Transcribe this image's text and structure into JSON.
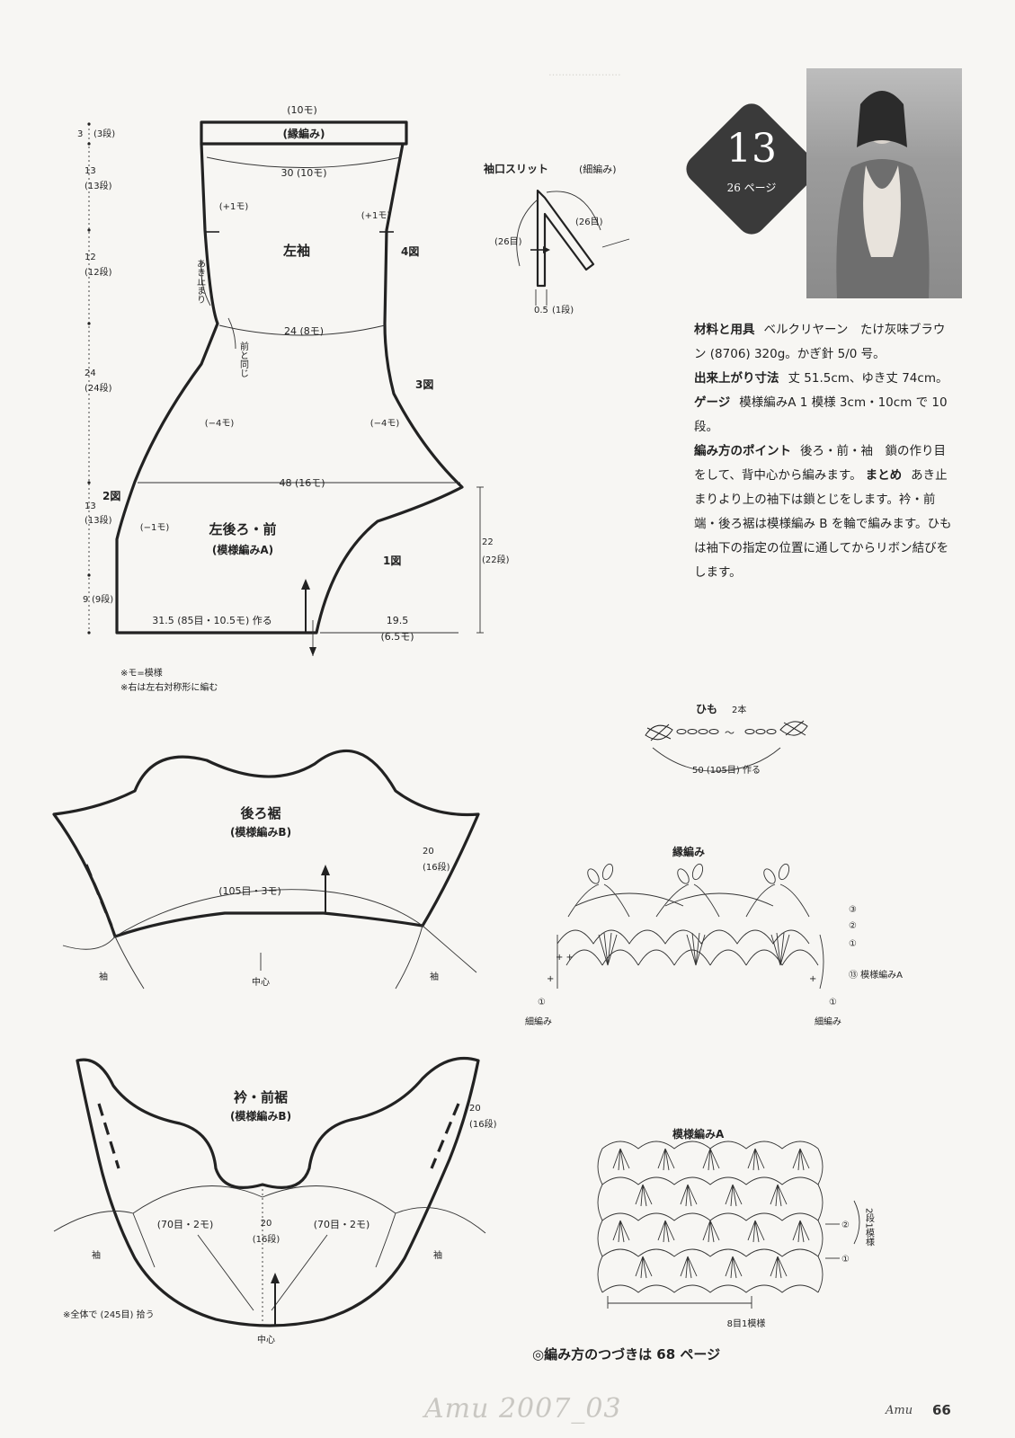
{
  "sleeve": {
    "top_width": "(10モ)",
    "border": "(縁編み)",
    "width_top": "30 (10モ)",
    "inc_left": "(+1モ)",
    "inc_right": "(+1モ)",
    "name": "左袖",
    "fig4": "4図",
    "stop_label": "あき止まり",
    "width_mid": "24 (8モ)",
    "same_as_front": "前と同じ",
    "fig3": "3図",
    "dec_left": "(−4モ)",
    "dec_right": "(−4モ)",
    "h1": "3",
    "h1r": "(3段)",
    "h2": "13",
    "h2r": "(13段)",
    "h3": "12",
    "h3r": "(12段)",
    "h4": "24",
    "h4r": "(24段)"
  },
  "body": {
    "width": "48 (16モ)",
    "fig2": "2図",
    "dec": "(−1モ)",
    "name": "左後ろ・前",
    "pattern": "(模様編みA)",
    "fig1": "1図",
    "side_h": "22",
    "side_hr": "(22段)",
    "bottom": "31.5 (85目・10.5モ) 作る",
    "front_w": "19.5",
    "front_wr": "(6.5モ)",
    "h5": "13",
    "h5r": "(13段)",
    "h6": "9",
    "h6r": "(9段)",
    "note1": "※モ=模様",
    "note2": "※右は左右対称形に編む"
  },
  "slit": {
    "title": "袖口スリット",
    "sub": "(細編み)",
    "left": "(26目)",
    "right": "(26目)",
    "w": "0.5",
    "wr": "(1段)"
  },
  "badge": {
    "number": "13",
    "page": "26 ページ"
  },
  "info": {
    "materials_label": "材料と用具",
    "materials": "ベルクリヤーン　たけ灰味ブラウン (8706) 320g。かぎ針 5/0 号。",
    "size_label": "出来上がり寸法",
    "size": "丈 51.5cm、ゆき丈 74cm。",
    "gauge_label": "ゲージ",
    "gauge": "模様編みA 1 模様 3cm・10cm で 10 段。",
    "point_label": "編み方のポイント",
    "point_a": "後ろ・前・袖　鎖の作り目をして、背中心から編みます。",
    "point_b_label": "まとめ",
    "point_b": "あき止まりより上の袖下は鎖とじをします。衿・前端・後ろ裾は模様編み B を輪で編みます。ひもは袖下の指定の位置に通してからリボン結びをします。"
  },
  "himo": {
    "title": "ひも",
    "count": "2本",
    "length": "50 (105目) 作る"
  },
  "edging": {
    "title": "縁編み",
    "r3": "③",
    "r2": "②",
    "r1": "①",
    "r13": "⑬ 模様編みA",
    "start_left": "①",
    "left_label": "細編み",
    "start_right": "①",
    "right_label": "細編み"
  },
  "back_hem": {
    "name": "後ろ裾",
    "pattern": "(模様編みB)",
    "count": "(105目・3モ)",
    "h": "20",
    "hr": "(16段)",
    "sleeve_l": "袖",
    "center": "中心",
    "sleeve_r": "袖"
  },
  "collar": {
    "name": "衿・前裾",
    "pattern": "(模様編みB)",
    "count_l": "(70目・2モ)",
    "count_r": "(70目・2モ)",
    "h_center": "20",
    "hr_center": "(16段)",
    "h_right": "20",
    "hr_right": "(16段)",
    "sleeve_l": "袖",
    "sleeve_r": "袖",
    "center": "中心",
    "note": "※全体で (245目) 拾う"
  },
  "pattern_a": {
    "title": "模様編みA",
    "r2": "②",
    "r1": "①",
    "repeat_rows": "2段1模様",
    "repeat_sts": "8目1模様"
  },
  "footer": {
    "continue": "◎編み方のつづきは 68 ページ",
    "watermark": "Amu 2007_03",
    "magazine": "Amu",
    "page": "66"
  },
  "colors": {
    "badge": "#3a3a3a",
    "ink": "#222222"
  }
}
